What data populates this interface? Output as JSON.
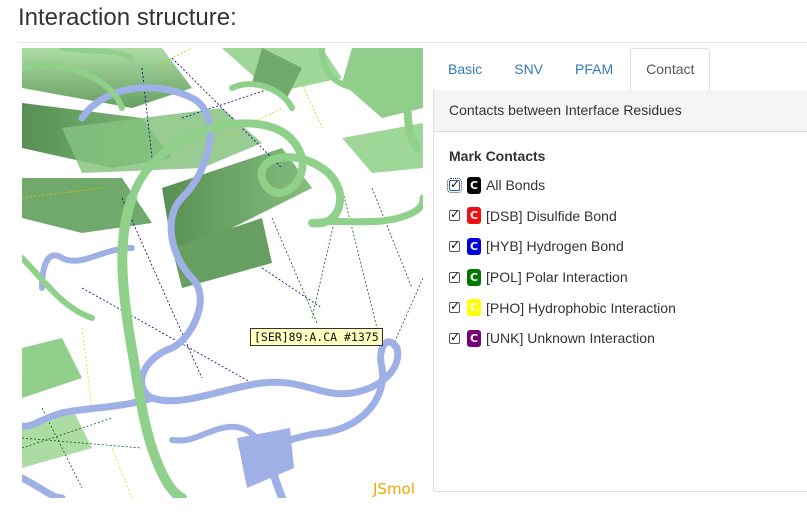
{
  "page": {
    "title": "Interaction structure:"
  },
  "viewer": {
    "hover_label": "[SER]89:A.CA #1375",
    "logo_text": "JSmol"
  },
  "tabs": [
    {
      "label": "Basic",
      "active": false
    },
    {
      "label": "SNV",
      "active": false
    },
    {
      "label": "PFAM",
      "active": false
    },
    {
      "label": "Contact",
      "active": true
    }
  ],
  "panel": {
    "heading": "Contacts between Interface Residues",
    "mark_title": "Mark Contacts",
    "contacts": [
      {
        "badge": "C",
        "color": "#000000",
        "label": "All Bonds",
        "checked": true
      },
      {
        "badge": "C",
        "color": "#ee1111",
        "label": "[DSB] Disulfide Bond",
        "checked": true
      },
      {
        "badge": "C",
        "color": "#0000dd",
        "label": "[HYB] Hydrogen Bond",
        "checked": true
      },
      {
        "badge": "C",
        "color": "#007700",
        "label": "[POL] Polar Interaction",
        "checked": true
      },
      {
        "badge": "C",
        "color": "#ffff00",
        "label": "[PHO] Hydrophobic Interaction",
        "checked": true
      },
      {
        "badge": "C",
        "color": "#770077",
        "label": "[UNK] Unknown Interaction",
        "checked": true
      }
    ]
  }
}
